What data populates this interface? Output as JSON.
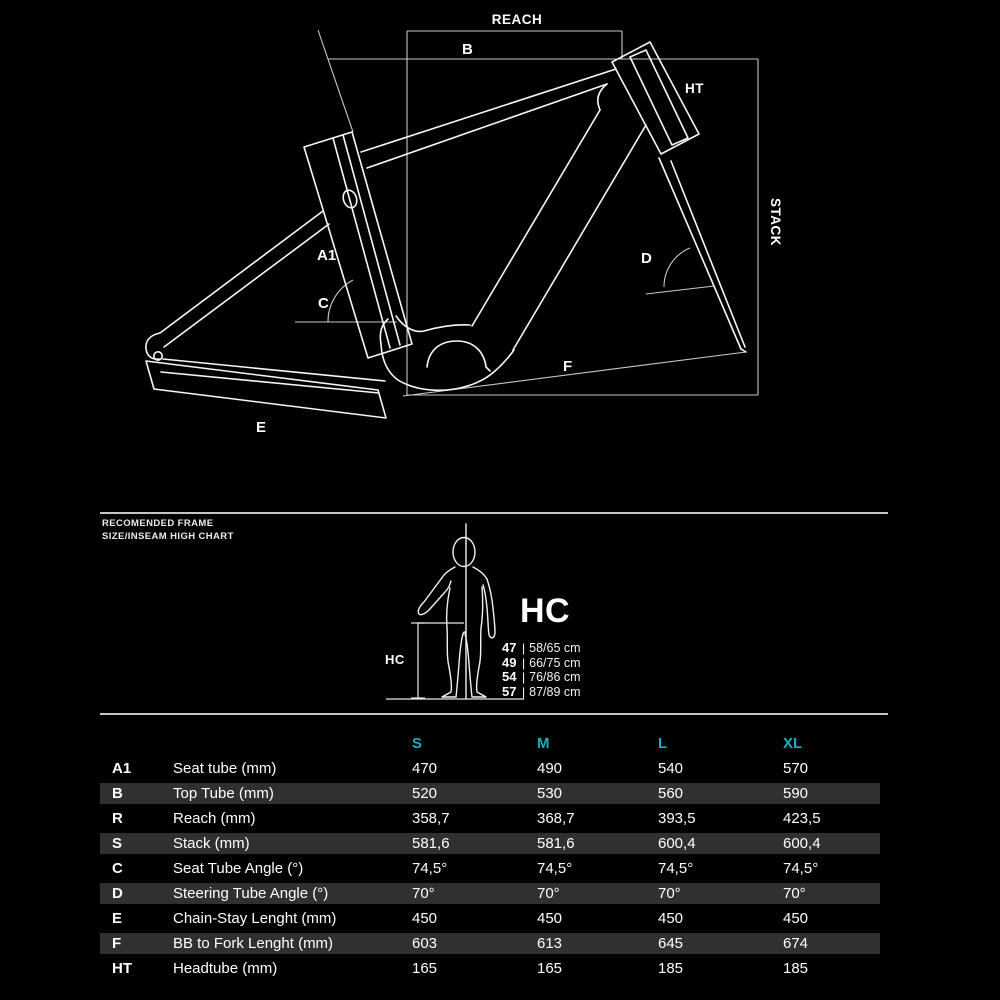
{
  "diagram": {
    "labels": {
      "reach": "REACH",
      "top_tube": "B",
      "headtube": "HT",
      "stack": "STACK",
      "seat_tube": "A1",
      "seat_angle": "C",
      "steering_angle": "D",
      "chainstay": "E",
      "bb_fork": "F"
    }
  },
  "hc_panel": {
    "heading_line1": "RECOMENDED FRAME",
    "heading_line2": "SIZE/INSEAM HIGH CHART",
    "figure_label": "HC",
    "title": "HC",
    "separator": "|",
    "rows": [
      {
        "size": "47",
        "range": "58/65 cm"
      },
      {
        "size": "49",
        "range": "66/75 cm"
      },
      {
        "size": "54",
        "range": "76/86 cm"
      },
      {
        "size": "57",
        "range": "87/89 cm"
      }
    ]
  },
  "table": {
    "columns": [
      "S",
      "M",
      "L",
      "XL"
    ],
    "rows": [
      {
        "code": "A1",
        "name": "Seat tube (mm)",
        "values": [
          "470",
          "490",
          "540",
          "570"
        ],
        "striped": false
      },
      {
        "code": "B",
        "name": "Top Tube (mm)",
        "values": [
          "520",
          "530",
          "560",
          "590"
        ],
        "striped": true
      },
      {
        "code": "R",
        "name": "Reach (mm)",
        "values": [
          "358,7",
          "368,7",
          "393,5",
          "423,5"
        ],
        "striped": false
      },
      {
        "code": "S",
        "name": "Stack (mm)",
        "values": [
          "581,6",
          "581,6",
          "600,4",
          "600,4"
        ],
        "striped": true
      },
      {
        "code": "C",
        "name": "Seat Tube Angle (°)",
        "values": [
          "74,5°",
          "74,5°",
          "74,5°",
          "74,5°"
        ],
        "striped": false
      },
      {
        "code": "D",
        "name": "Steering Tube Angle (°)",
        "values": [
          "70°",
          "70°",
          "70°",
          "70°"
        ],
        "striped": true
      },
      {
        "code": "E",
        "name": "Chain-Stay Lenght (mm)",
        "values": [
          "450",
          "450",
          "450",
          "450"
        ],
        "striped": false
      },
      {
        "code": "F",
        "name": "BB to Fork Lenght (mm)",
        "values": [
          "603",
          "613",
          "645",
          "674"
        ],
        "striped": true
      },
      {
        "code": "HT",
        "name": "Headtube (mm)",
        "values": [
          "165",
          "165",
          "185",
          "185"
        ],
        "striped": false
      }
    ]
  },
  "colors": {
    "background": "#000000",
    "accent": "#1badbe",
    "stripe": "#303030",
    "text": "#ffffff",
    "line": "#c6c6c6"
  }
}
